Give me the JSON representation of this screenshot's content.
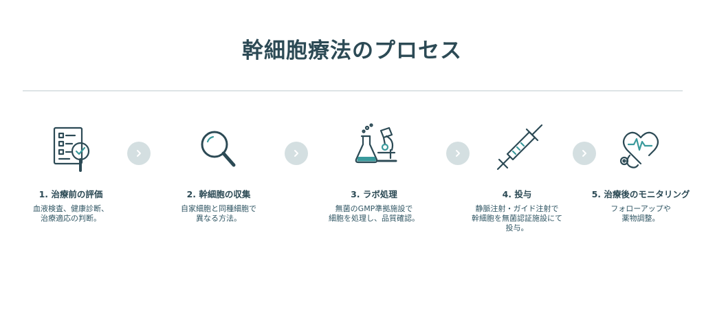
{
  "title": "幹細胞療法のプロセス",
  "steps": [
    {
      "title": "1. 治療前の評価",
      "icon": "checklist-magnifier-icon",
      "desc": [
        "血液検査、健康診断、",
        "治療適応の判断。"
      ]
    },
    {
      "title": "2. 幹細胞の収集",
      "icon": "magnifying-glass-icon",
      "desc": [
        "自家細胞と同種細胞で",
        "異なる方法。"
      ]
    },
    {
      "title": "3. ラボ処理",
      "icon": "lab-microscope-icon",
      "desc": [
        "無菌のGMP準拠施設で",
        "細胞を処理し、品質確認。"
      ]
    },
    {
      "title": "4. 投与",
      "icon": "syringe-icon",
      "desc": [
        "静脈注射・ガイド注射で",
        "幹細胞を無菌認証施設にて",
        "投与。"
      ]
    },
    {
      "title": "5. 治療後のモニタリング",
      "icon": "heart-stethoscope-icon",
      "desc": [
        "フォローアップや",
        "薬物調整。"
      ]
    }
  ],
  "colors": {
    "primary": "#2c4a55",
    "accent": "#3a9a9c",
    "arrow_bg": "#d4dfe1",
    "divider": "#dde4e6"
  }
}
